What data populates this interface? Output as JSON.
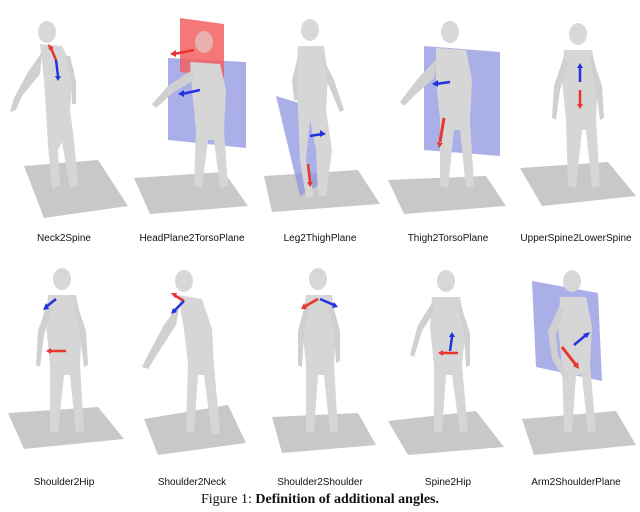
{
  "figure": {
    "caption_prefix": "Figure 1:",
    "caption_title": "Definition of additional angles.",
    "panels": [
      {
        "label": "Neck2Spine"
      },
      {
        "label": "HeadPlane2TorsoPlane"
      },
      {
        "label": "Leg2ThighPlane"
      },
      {
        "label": "Thigh2TorsoPlane"
      },
      {
        "label": "UpperSpine2LowerSpine"
      },
      {
        "label": "Shoulder2Hip"
      },
      {
        "label": "Shoulder2Neck"
      },
      {
        "label": "Shoulder2Shoulder"
      },
      {
        "label": "Spine2Hip"
      },
      {
        "label": "Arm2ShoulderPlane"
      }
    ]
  },
  "colors": {
    "red_arrow": "#e8362f",
    "blue_arrow": "#2233dd",
    "red_plane": "#f26060",
    "blue_plane": "#8f94e0",
    "body": "#d9d9d9",
    "floor": "#c6c6c6"
  }
}
